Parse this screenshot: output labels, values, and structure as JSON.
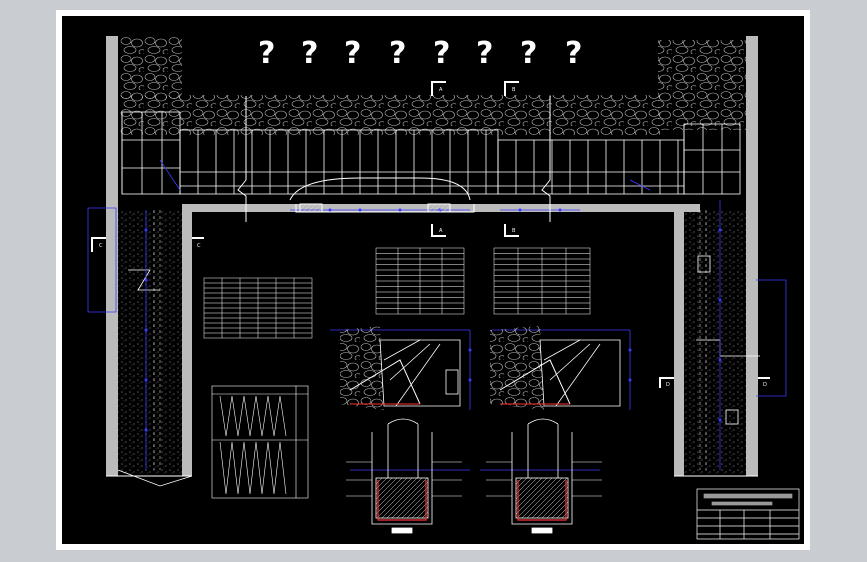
{
  "marks": [
    "?",
    "?",
    "?",
    "?",
    "?",
    "?",
    "?",
    "?"
  ],
  "section_labels": {
    "a": "A",
    "b": "B",
    "c": "C",
    "d": "D"
  },
  "colors": {
    "background": "#000000",
    "lines": "#ffffff",
    "dimension": "#3a3aff",
    "highlight": "#ff3030",
    "sheet": "#ffffff",
    "frame": "#c9ccd1"
  }
}
